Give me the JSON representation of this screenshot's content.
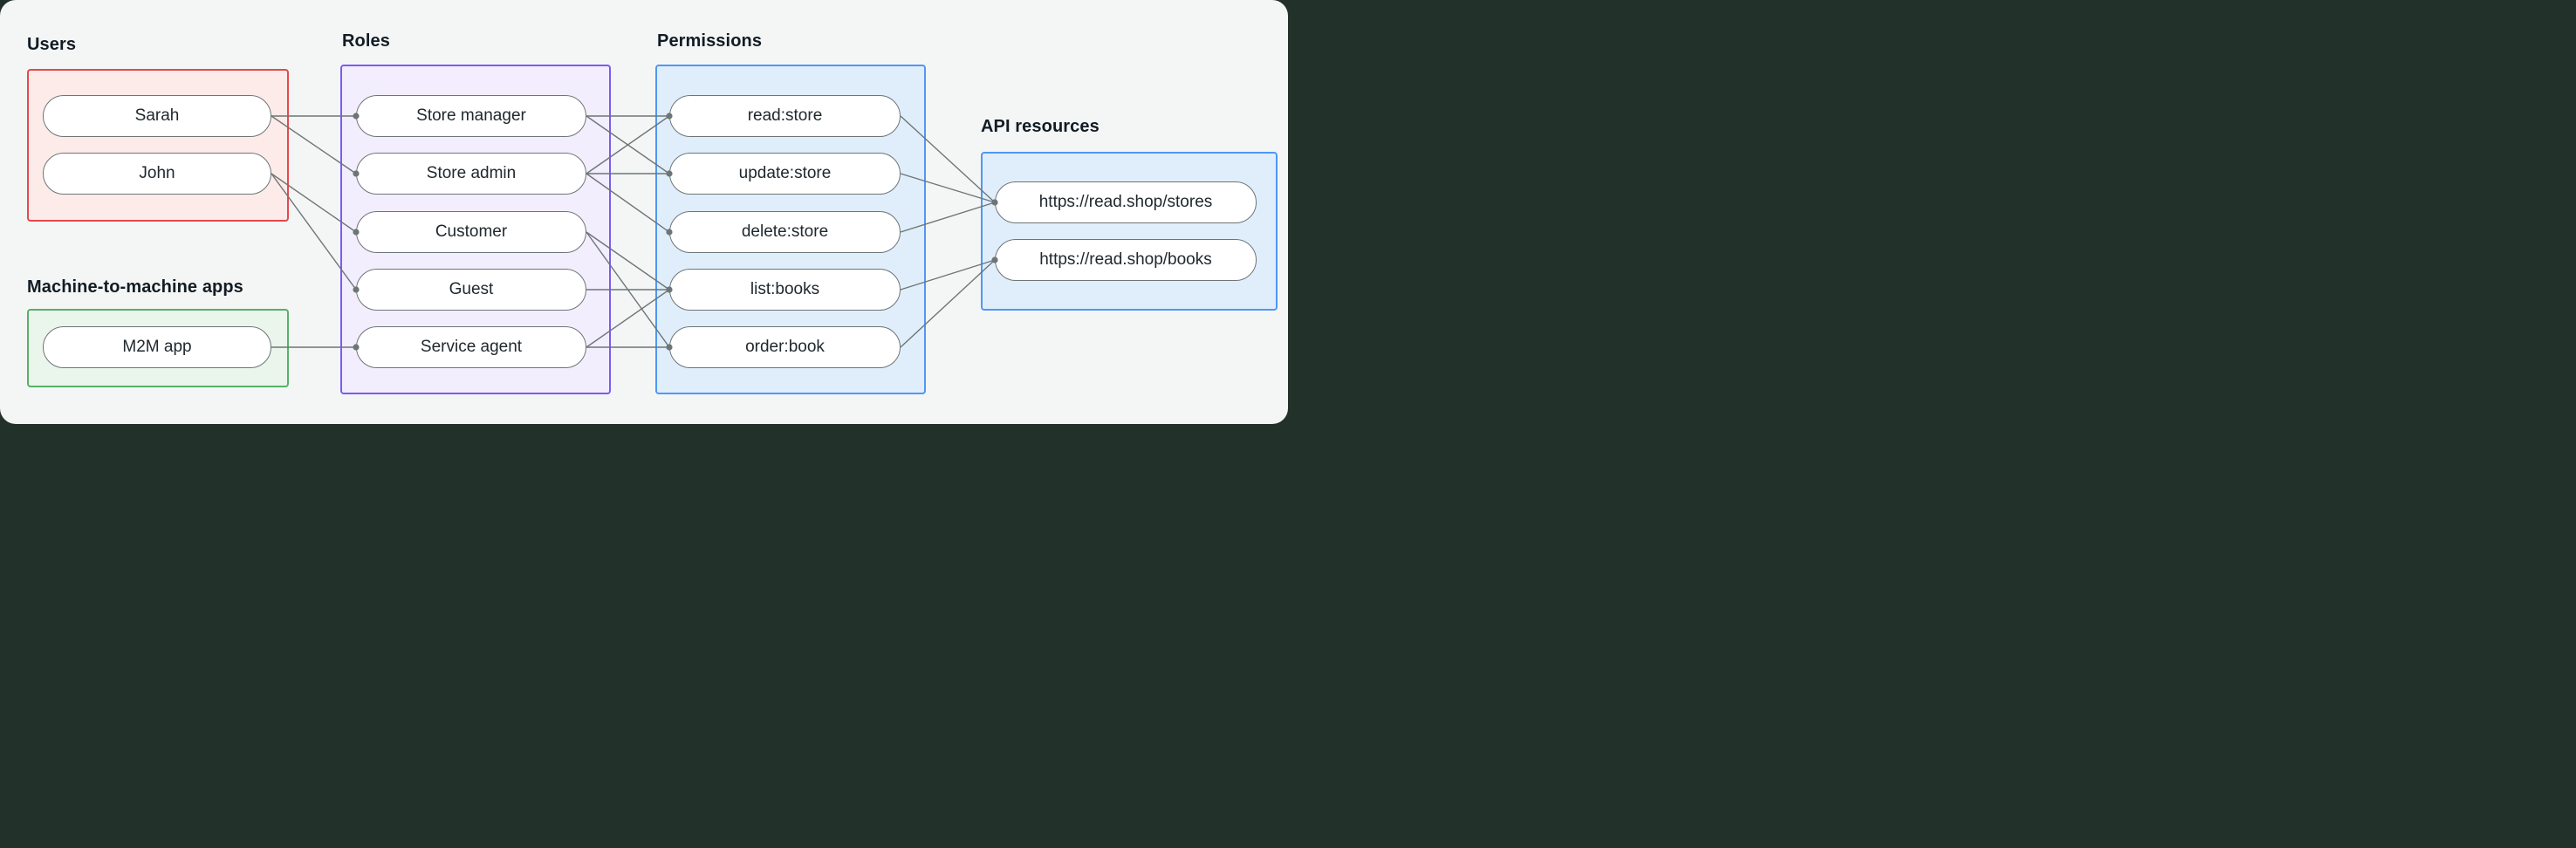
{
  "canvas": {
    "background": "#f4f6f6",
    "outer_background": "#223129"
  },
  "edge_style": {
    "color": "#6d7576",
    "line_width": 1.4,
    "dot_radius": 3.6
  },
  "groups": {
    "users": {
      "label": "Users",
      "border_color": "#e5484d",
      "fill_color": "#fcebe9",
      "items": [
        {
          "id": "sarah",
          "label": "Sarah"
        },
        {
          "id": "john",
          "label": "John"
        }
      ]
    },
    "m2m": {
      "label": "Machine-to-machine apps",
      "border_color": "#57b168",
      "fill_color": "#eaf6ec",
      "items": [
        {
          "id": "m2m-app",
          "label": "M2M app"
        }
      ]
    },
    "roles": {
      "label": "Roles",
      "border_color": "#7b5bf5",
      "fill_color": "#f3eefe",
      "items": [
        {
          "id": "store-manager",
          "label": "Store manager"
        },
        {
          "id": "store-admin",
          "label": "Store admin"
        },
        {
          "id": "customer",
          "label": "Customer"
        },
        {
          "id": "guest",
          "label": "Guest"
        },
        {
          "id": "service-agent",
          "label": "Service agent"
        }
      ]
    },
    "permissions": {
      "label": "Permissions",
      "border_color": "#4f97f6",
      "fill_color": "#e0eefc",
      "items": [
        {
          "id": "read-store",
          "label": "read:store"
        },
        {
          "id": "update-store",
          "label": "update:store"
        },
        {
          "id": "delete-store",
          "label": "delete:store"
        },
        {
          "id": "list-books",
          "label": "list:books"
        },
        {
          "id": "order-book",
          "label": "order:book"
        }
      ]
    },
    "api_resources": {
      "label": "API resources",
      "border_color": "#4f97f6",
      "fill_color": "#e0eefc",
      "items": [
        {
          "id": "api-stores",
          "label": "https://read.shop/stores"
        },
        {
          "id": "api-books",
          "label": "https://read.shop/books"
        }
      ]
    }
  },
  "edges": [
    {
      "from": "sarah",
      "to": "store-manager"
    },
    {
      "from": "sarah",
      "to": "store-admin"
    },
    {
      "from": "john",
      "to": "customer"
    },
    {
      "from": "john",
      "to": "guest"
    },
    {
      "from": "m2m-app",
      "to": "service-agent"
    },
    {
      "from": "store-manager",
      "to": "read-store"
    },
    {
      "from": "store-manager",
      "to": "update-store"
    },
    {
      "from": "store-admin",
      "to": "read-store"
    },
    {
      "from": "store-admin",
      "to": "update-store"
    },
    {
      "from": "store-admin",
      "to": "delete-store"
    },
    {
      "from": "customer",
      "to": "list-books"
    },
    {
      "from": "customer",
      "to": "order-book"
    },
    {
      "from": "guest",
      "to": "list-books"
    },
    {
      "from": "service-agent",
      "to": "list-books"
    },
    {
      "from": "service-agent",
      "to": "order-book"
    },
    {
      "from": "read-store",
      "to": "api-stores"
    },
    {
      "from": "update-store",
      "to": "api-stores"
    },
    {
      "from": "delete-store",
      "to": "api-stores"
    },
    {
      "from": "list-books",
      "to": "api-books"
    },
    {
      "from": "order-book",
      "to": "api-books"
    }
  ]
}
